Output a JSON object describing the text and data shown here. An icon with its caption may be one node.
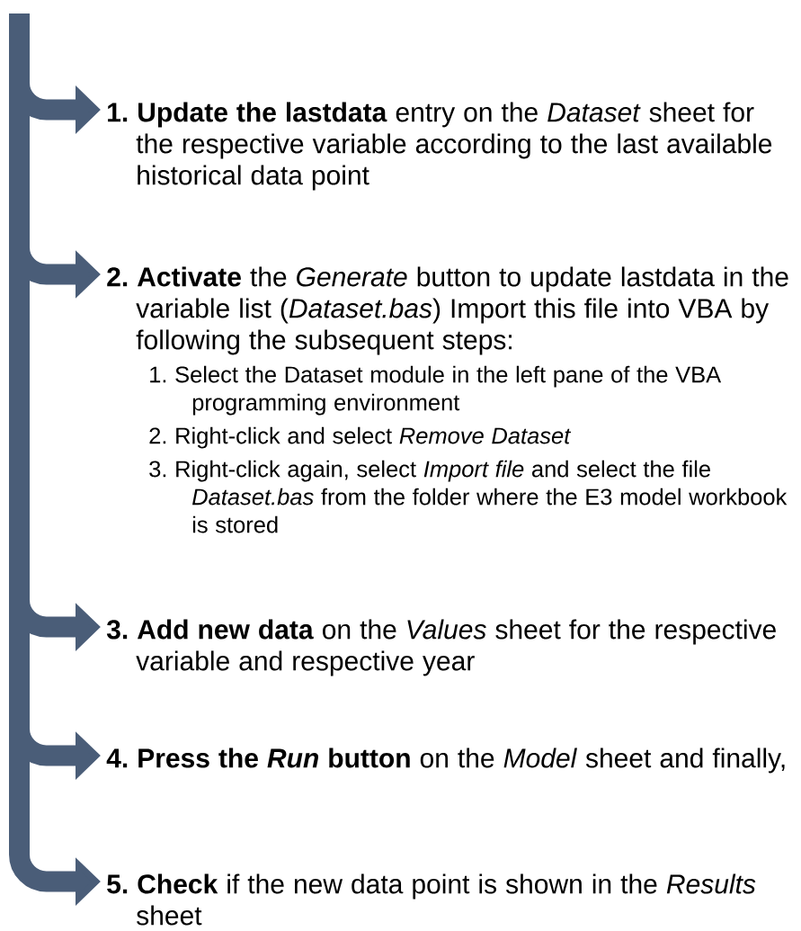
{
  "diagram": {
    "nodes": [
      {
        "text": [
          "**1. Update the lastdata** entry on the *Dataset* sheet for the respective variable according to the last available historical data point"
        ]
      },
      {
        "text": [
          "**2. Activate** the *Generate* button to update lastdata in the variable list (*Dataset.bas*) Import this file into VBA by following the subsequent steps:",
          "1. Select the Dataset module in the left pane of the VBA programming environment",
          "2. Right-click and select *Remove Dataset*",
          "3. Right-click again, select *Import file* and select the file *Dataset.bas* from the folder where the E3 model workbook is stored"
        ]
      },
      {
        "text": [
          "**3. Add new data** on the *Values* sheet for the respective variable and respective year"
        ]
      },
      {
        "text": [
          "**4. Press the *Run* button** on the *Model* sheet and finally,"
        ]
      },
      {
        "text": [
          "**5. Check** if the new data point is shown in the *Results* sheet"
        ]
      }
    ],
    "edges": [
      {
        "from": null,
        "to": 0,
        "arrow": "to"
      },
      {
        "from": null,
        "to": 1,
        "arrow": "to"
      },
      {
        "from": null,
        "to": 2,
        "arrow": "to"
      },
      {
        "from": null,
        "to": 3,
        "arrow": "to"
      },
      {
        "from": null,
        "to": 4,
        "arrow": "to"
      }
    ]
  }
}
